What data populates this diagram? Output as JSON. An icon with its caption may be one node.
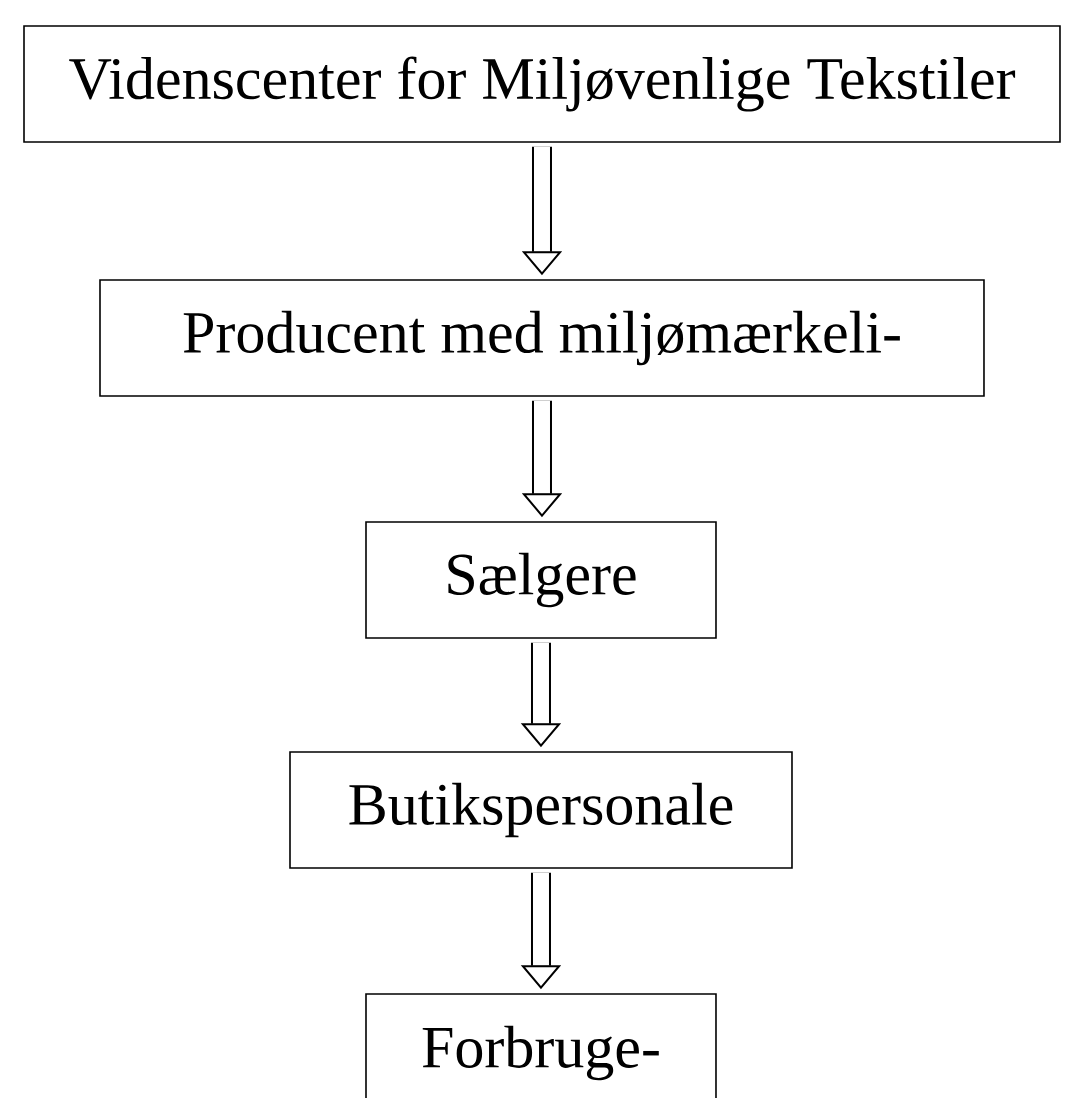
{
  "diagram": {
    "nodes": [
      {
        "text": [
          "Videnscenter for Miljøvenlige Tekstiler"
        ]
      },
      {
        "text": [
          "Producent med miljømærkeli-"
        ]
      },
      {
        "text": [
          "Sælgere"
        ]
      },
      {
        "text": [
          "Butikspersonale"
        ]
      },
      {
        "text": [
          "Forbruge-"
        ]
      }
    ],
    "edges": [
      {
        "from": 0,
        "to": 1,
        "arrow": "to"
      },
      {
        "from": 1,
        "to": 2,
        "arrow": "to"
      },
      {
        "from": 2,
        "to": 3,
        "arrow": "to"
      },
      {
        "from": 3,
        "to": 4,
        "arrow": "to"
      }
    ]
  }
}
